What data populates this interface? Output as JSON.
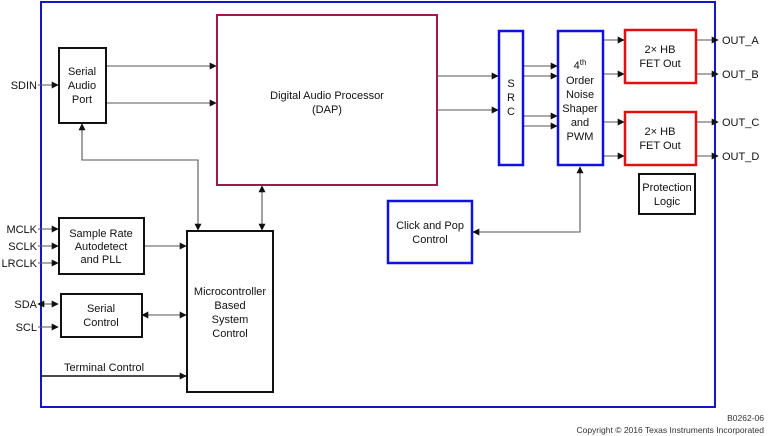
{
  "colors": {
    "frame": "#1515c8",
    "block_black": "#111111",
    "block_blue": "#1010e0",
    "block_red": "#e01010",
    "block_maroon": "#9a1c4c",
    "wire": "#555555"
  },
  "blocks": {
    "serial_audio_port": [
      "Serial",
      "Audio",
      "Port"
    ],
    "dap": [
      "Digital Audio Processor",
      "(DAP)"
    ],
    "src": [
      "S",
      "R",
      "C"
    ],
    "noise_shaper": {
      "prefix": "4",
      "sup": "th",
      "lines": [
        "Order",
        "Noise",
        "Shaper",
        "and",
        "PWM"
      ]
    },
    "fet_out_1": [
      "2× HB",
      "FET Out"
    ],
    "fet_out_2": [
      "2× HB",
      "FET Out"
    ],
    "protection_logic": [
      "Protection",
      "Logic"
    ],
    "click_and_pop": [
      "Click and Pop",
      "Control"
    ],
    "sample_rate": [
      "Sample Rate",
      "Autodetect",
      "and PLL"
    ],
    "serial_control": [
      "Serial",
      "Control"
    ],
    "microcontroller": [
      "Microcontroller",
      "Based",
      "System",
      "Control"
    ]
  },
  "pins": {
    "inputs": {
      "sdin": "SDIN",
      "mclk": "MCLK",
      "sclk": "SCLK",
      "lrclk": "LRCLK",
      "sda": "SDA",
      "scl": "SCL"
    },
    "terminal_control": "Terminal Control",
    "outputs": {
      "out_a": "OUT_A",
      "out_b": "OUT_B",
      "out_c": "OUT_C",
      "out_d": "OUT_D"
    }
  },
  "footer": {
    "code": "B0262-06",
    "copyright": "Copyright © 2016 Texas Instruments Incorporated"
  }
}
